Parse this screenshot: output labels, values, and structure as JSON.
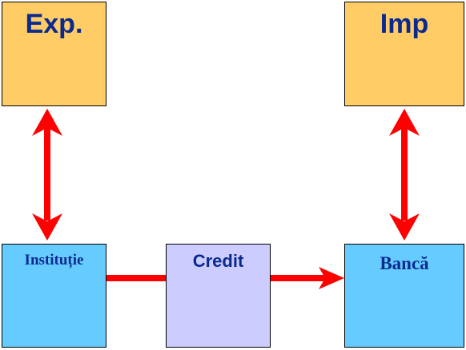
{
  "diagram": {
    "nodes": {
      "exp": {
        "label": "Exp.",
        "fill": "#ffcc66"
      },
      "imp": {
        "label": "Imp",
        "fill": "#ffcc66"
      },
      "institutie": {
        "label": "Instituție",
        "fill": "#66ccff"
      },
      "credit": {
        "label": "Credit",
        "fill": "#ccccff"
      },
      "banca": {
        "label": "Bancă",
        "fill": "#66ccff"
      }
    },
    "edges": [
      {
        "from": "exp",
        "to": "institutie",
        "style": "bidirectional"
      },
      {
        "from": "imp",
        "to": "banca",
        "style": "bidirectional"
      },
      {
        "from": "institutie",
        "to": "banca",
        "via": "credit",
        "style": "directed"
      }
    ],
    "colors": {
      "arrow": "#ff0000",
      "text": "#0b2a8f",
      "border": "#000000"
    }
  }
}
